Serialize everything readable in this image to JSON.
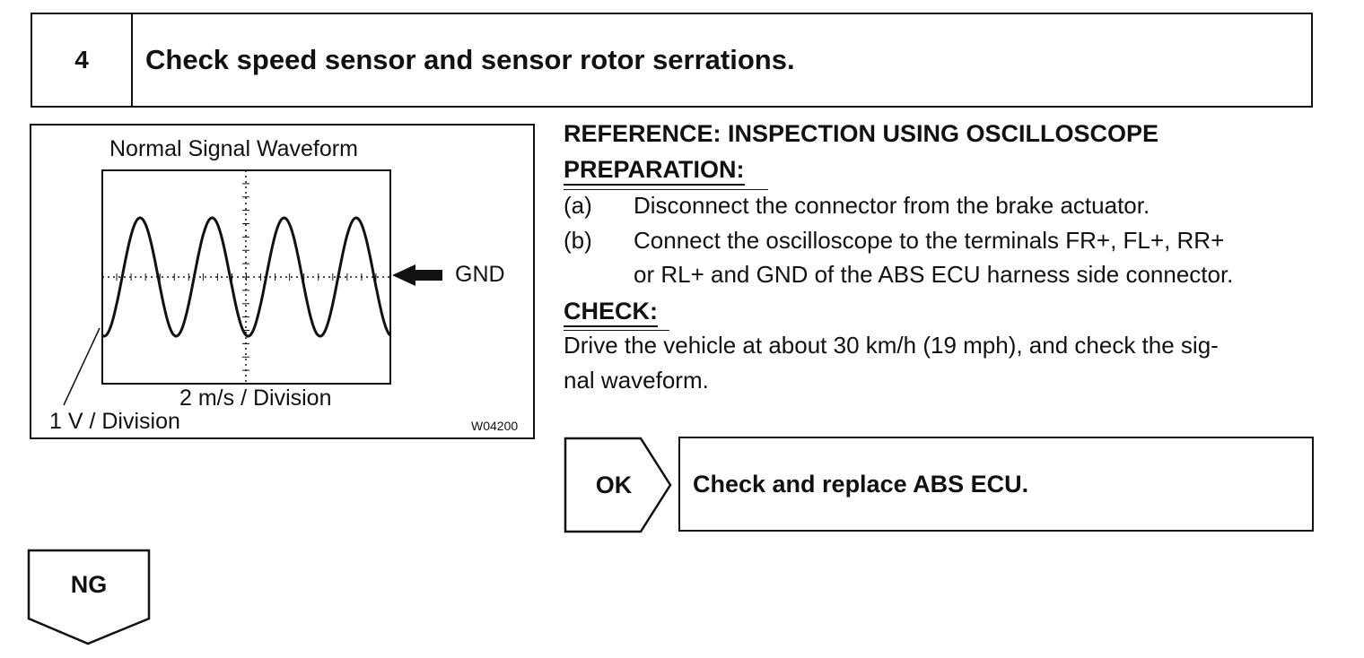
{
  "step": {
    "number": "4",
    "title": "Check speed sensor and sensor rotor serrations."
  },
  "figure": {
    "title": "Normal Signal Waveform",
    "gnd_label": "GND",
    "x_division_label": "2 m/s / Division",
    "y_division_label": "1 V / Division",
    "figure_code": "W04200",
    "waveform": {
      "description_type": "sine",
      "cycles_visible": 4,
      "amplitude_divisions": 1
    }
  },
  "reference": {
    "heading": "REFERENCE: INSPECTION USING OSCILLOSCOPE",
    "preparation_heading": "PREPARATION:",
    "steps": [
      {
        "marker": "(a)",
        "lines": [
          "Disconnect the connector from the brake actuator."
        ]
      },
      {
        "marker": "(b)",
        "lines": [
          "Connect the oscilloscope to the terminals FR+, FL+, RR+",
          "or RL+ and GND of the ABS ECU harness side connector."
        ]
      }
    ],
    "check_heading": "CHECK:",
    "check_lines": [
      "Drive the vehicle at about 30 km/h (19 mph), and check the sig-",
      "nal waveform."
    ]
  },
  "results": {
    "ok_label": "OK",
    "ok_action": "Check and replace ABS ECU.",
    "ng_label": "NG"
  }
}
